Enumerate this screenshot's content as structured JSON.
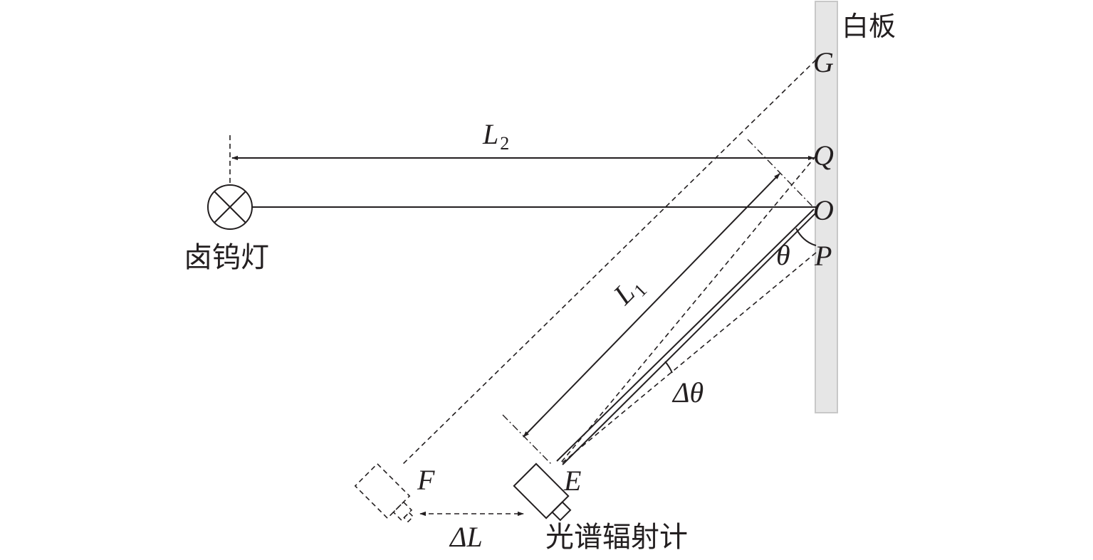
{
  "labels": {
    "whiteboard": "白板",
    "lamp": "卤钨灯",
    "spectroradiometer": "光谱辐射计",
    "point_g": "G",
    "point_q": "Q",
    "point_o": "O",
    "point_p": "P",
    "point_e": "E",
    "point_f": "F",
    "theta": "θ",
    "delta_theta": "Δθ",
    "delta_l": "ΔL",
    "l1_main": "L",
    "l1_sub": "1",
    "l2_main": "L",
    "l2_sub": "2"
  },
  "colors": {
    "ink": "#231f20",
    "board_fill": "#e6e6e6",
    "board_stroke": "#c8c8c8"
  }
}
